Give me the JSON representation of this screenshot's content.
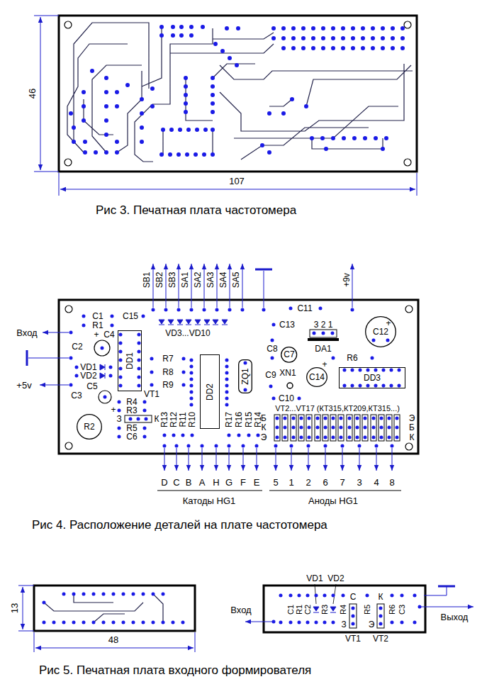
{
  "diagram": {
    "nodes": [
      {
        "text": [
          "DD1"
        ]
      },
      {
        "text": [
          "DD2"
        ]
      },
      {
        "text": [
          "ZQ1"
        ]
      },
      {
        "text": [
          "C12"
        ]
      },
      {
        "text": [
          "C7"
        ]
      },
      {
        "text": [
          "C14"
        ]
      },
      {
        "text": [
          "DD3"
        ]
      },
      {
        "text": [
          "R2"
        ]
      }
    ],
    "labels": [
      "46",
      "107",
      "Рис 3. Печатная плата частотомера",
      "SB1",
      "SB2",
      "SB3",
      "SA1",
      "SA2",
      "SA3",
      "SA4",
      "SA5",
      "+9v",
      "Вход",
      "+5v",
      "C1",
      "C15",
      "R1",
      "+",
      "C4",
      "C2",
      "VD1",
      "VD2",
      "C5",
      "C3",
      "+",
      "VT1",
      "R4",
      "R3",
      "З",
      "К",
      "R5",
      "C6",
      "VD3...VD10",
      "R7",
      "R8",
      "R9",
      "R13",
      "R12",
      "R11",
      "R10",
      "R17",
      "R16",
      "R15",
      "R14",
      "C11",
      "C13",
      "3 2 1",
      "DA1",
      "+",
      "C8",
      "XN1",
      "C9",
      "+",
      "R6",
      "C10",
      "VT2...VT17 (КТ315,КТ209,КТ315...)",
      "Б",
      "К",
      "Э",
      "Э",
      "Б",
      "К",
      "D",
      "C",
      "B",
      "A",
      "H",
      "G",
      "F",
      "E",
      "5",
      "1",
      "2",
      "6",
      "7",
      "3",
      "4",
      "8",
      "Катоды HG1",
      "Аноды HG1",
      "Рис 4. Расположение деталей на плате частотомера",
      "13",
      "48",
      "VD1",
      "VD2",
      "C1",
      "R1",
      "C2",
      "R3",
      "R4",
      "С",
      "R5",
      "К",
      "R6",
      "C3",
      "З",
      "Э",
      "VT1",
      "VT2",
      "Вход",
      "Выход",
      "Рис 5. Печатная плата входного формирователя"
    ]
  }
}
